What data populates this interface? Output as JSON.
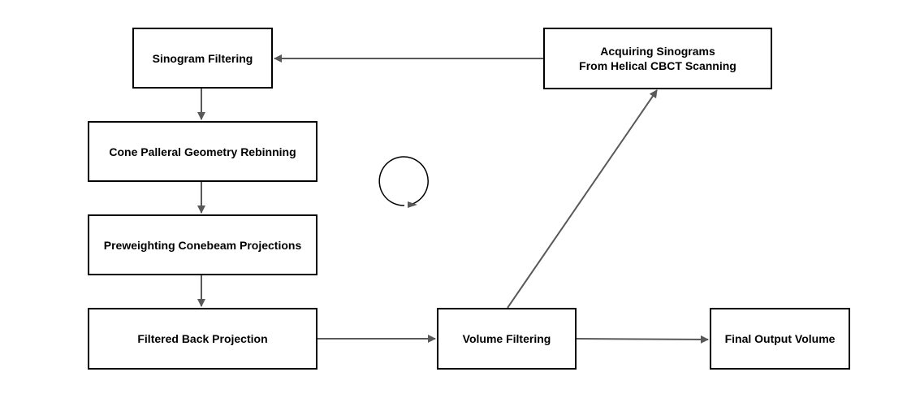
{
  "diagram": {
    "nodes": {
      "sinogram_filtering": "Sinogram Filtering",
      "acquiring_sinograms": "Acquiring Sinograms\nFrom Helical CBCT Scanning",
      "cone_parallel_rebinning": "Cone Palleral Geometry Rebinning",
      "preweighting": "Preweighting Conebeam Projections",
      "filtered_back_projection": "Filtered Back Projection",
      "volume_filtering": "Volume Filtering",
      "final_output_volume": "Final Output Volume"
    },
    "edges": [
      {
        "from": "Acquiring Sinograms From Helical CBCT Scanning",
        "to": "Sinogram Filtering"
      },
      {
        "from": "Sinogram Filtering",
        "to": "Cone Palleral Geometry Rebinning"
      },
      {
        "from": "Cone Palleral Geometry Rebinning",
        "to": "Preweighting Conebeam Projections"
      },
      {
        "from": "Preweighting Conebeam Projections",
        "to": "Filtered Back Projection"
      },
      {
        "from": "Filtered Back Projection",
        "to": "Volume Filtering"
      },
      {
        "from": "Volume Filtering",
        "to": "Final Output Volume"
      },
      {
        "from": "Volume Filtering",
        "to": "Acquiring Sinograms From Helical CBCT Scanning"
      }
    ],
    "icons": {
      "loop": "circular-loop-icon"
    },
    "colors": {
      "border": "#000000",
      "arrow": "#595959",
      "background": "#ffffff"
    }
  }
}
